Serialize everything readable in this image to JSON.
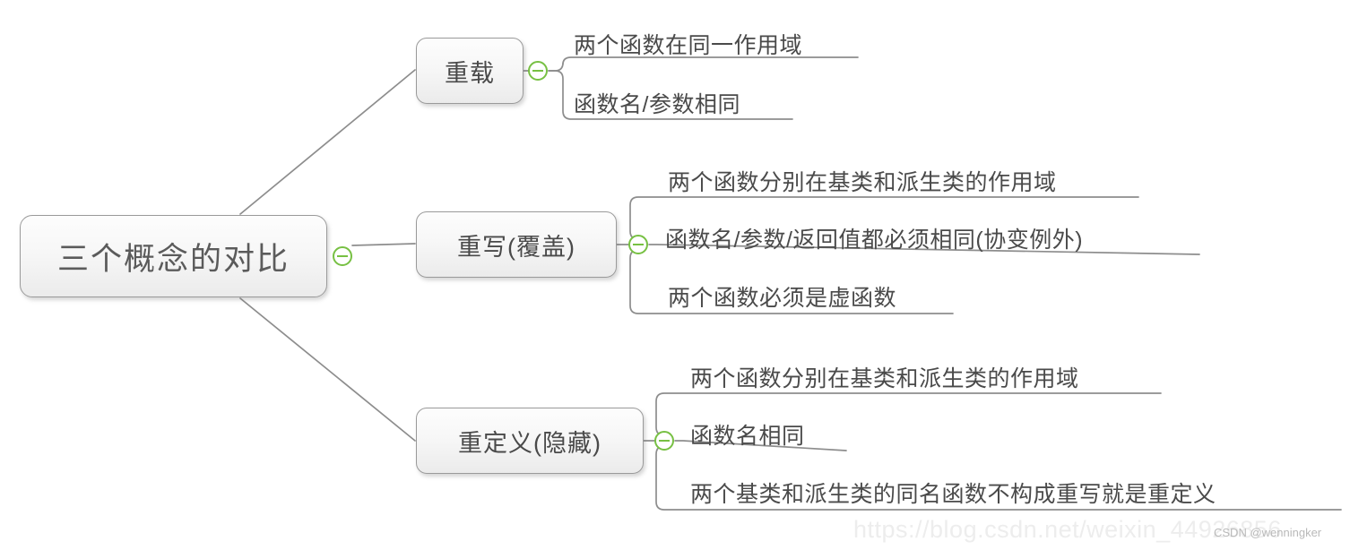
{
  "diagram": {
    "type": "mindmap",
    "title": "三个概念的对比",
    "root": {
      "label": "三个概念的对比",
      "toggle_icon": "collapse-minus-icon",
      "toggle_state": "expanded"
    },
    "branches": [
      {
        "id": "overload",
        "label": "重载",
        "toggle_icon": "collapse-minus-icon",
        "toggle_state": "expanded",
        "children": [
          "两个函数在同一作用域",
          "函数名/参数相同"
        ]
      },
      {
        "id": "override",
        "label": "重写(覆盖)",
        "toggle_icon": "collapse-minus-icon",
        "toggle_state": "expanded",
        "children": [
          "两个函数分别在基类和派生类的作用域",
          "函数名/参数/返回值都必须相同(协变例外)",
          "两个函数必须是虚函数"
        ]
      },
      {
        "id": "redefine",
        "label": "重定义(隐藏)",
        "toggle_icon": "collapse-minus-icon",
        "toggle_state": "expanded",
        "children": [
          "两个函数分别在基类和派生类的作用域",
          "函数名相同",
          "两个基类和派生类的同名函数不构成重写就是重定义"
        ]
      }
    ]
  },
  "watermark": {
    "url": "https://blog.csdn.net/weixin_44926856",
    "tag": "CSDN @wenningker"
  },
  "colors": {
    "background": "#ffffff",
    "node_border": "#9a9a9a",
    "node_fill": "#f6f6f6",
    "text": "#4a4a4a",
    "connector": "#8d8d8d",
    "toggle_green": "#77c043",
    "watermark_url": "#ededed",
    "watermark_tag": "#b9b9b9"
  }
}
